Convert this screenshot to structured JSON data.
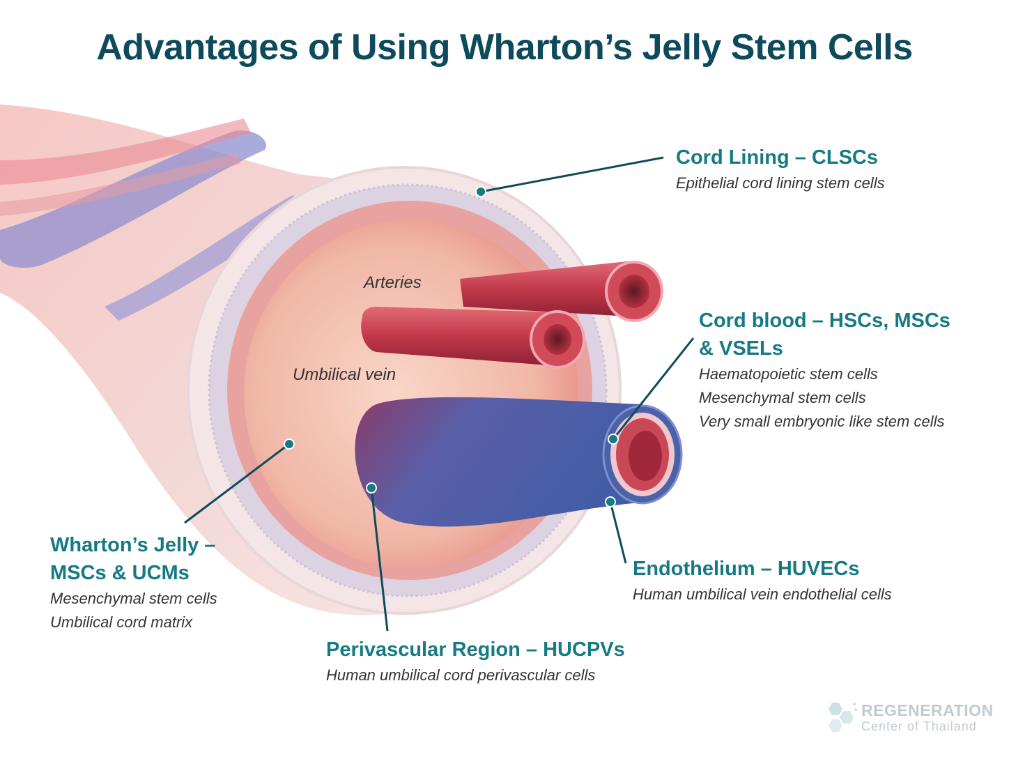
{
  "title": "Advantages of Using Wharton’s Jelly Stem Cells",
  "inner_labels": {
    "arteries": "Arteries",
    "vein": "Umbilical vein"
  },
  "labels": {
    "cord_lining": {
      "title": "Cord Lining – CLSCs",
      "lines": [
        "Epithelial cord lining stem cells"
      ]
    },
    "cord_blood": {
      "title_lines": [
        "Cord blood – HSCs, MSCs",
        "& VSELs"
      ],
      "lines": [
        "Haematopoietic stem cells",
        "Mesenchymal stem cells",
        "Very small embryonic like stem cells"
      ]
    },
    "wharton": {
      "title_lines": [
        "Wharton’s Jelly –",
        "MSCs & UCMs"
      ],
      "lines": [
        "Mesenchymal stem cells",
        "Umbilical cord matrix"
      ]
    },
    "endothelium": {
      "title": "Endothelium – HUVECs",
      "lines": [
        "Human umbilical vein endothelial cells"
      ]
    },
    "perivascular": {
      "title": "Perivascular Region – HUCPVs",
      "lines": [
        "Human umbilical cord perivascular cells"
      ]
    }
  },
  "logo": {
    "main": "REGENERATION",
    "sub": "Center of Thailand"
  },
  "colors": {
    "title": "#0d4a5b",
    "label_title": "#157a84",
    "leader_line": "#0d4a5b",
    "artery": "#c2384a",
    "vein": "#4a63a8",
    "jelly": "#f2b8a8"
  }
}
